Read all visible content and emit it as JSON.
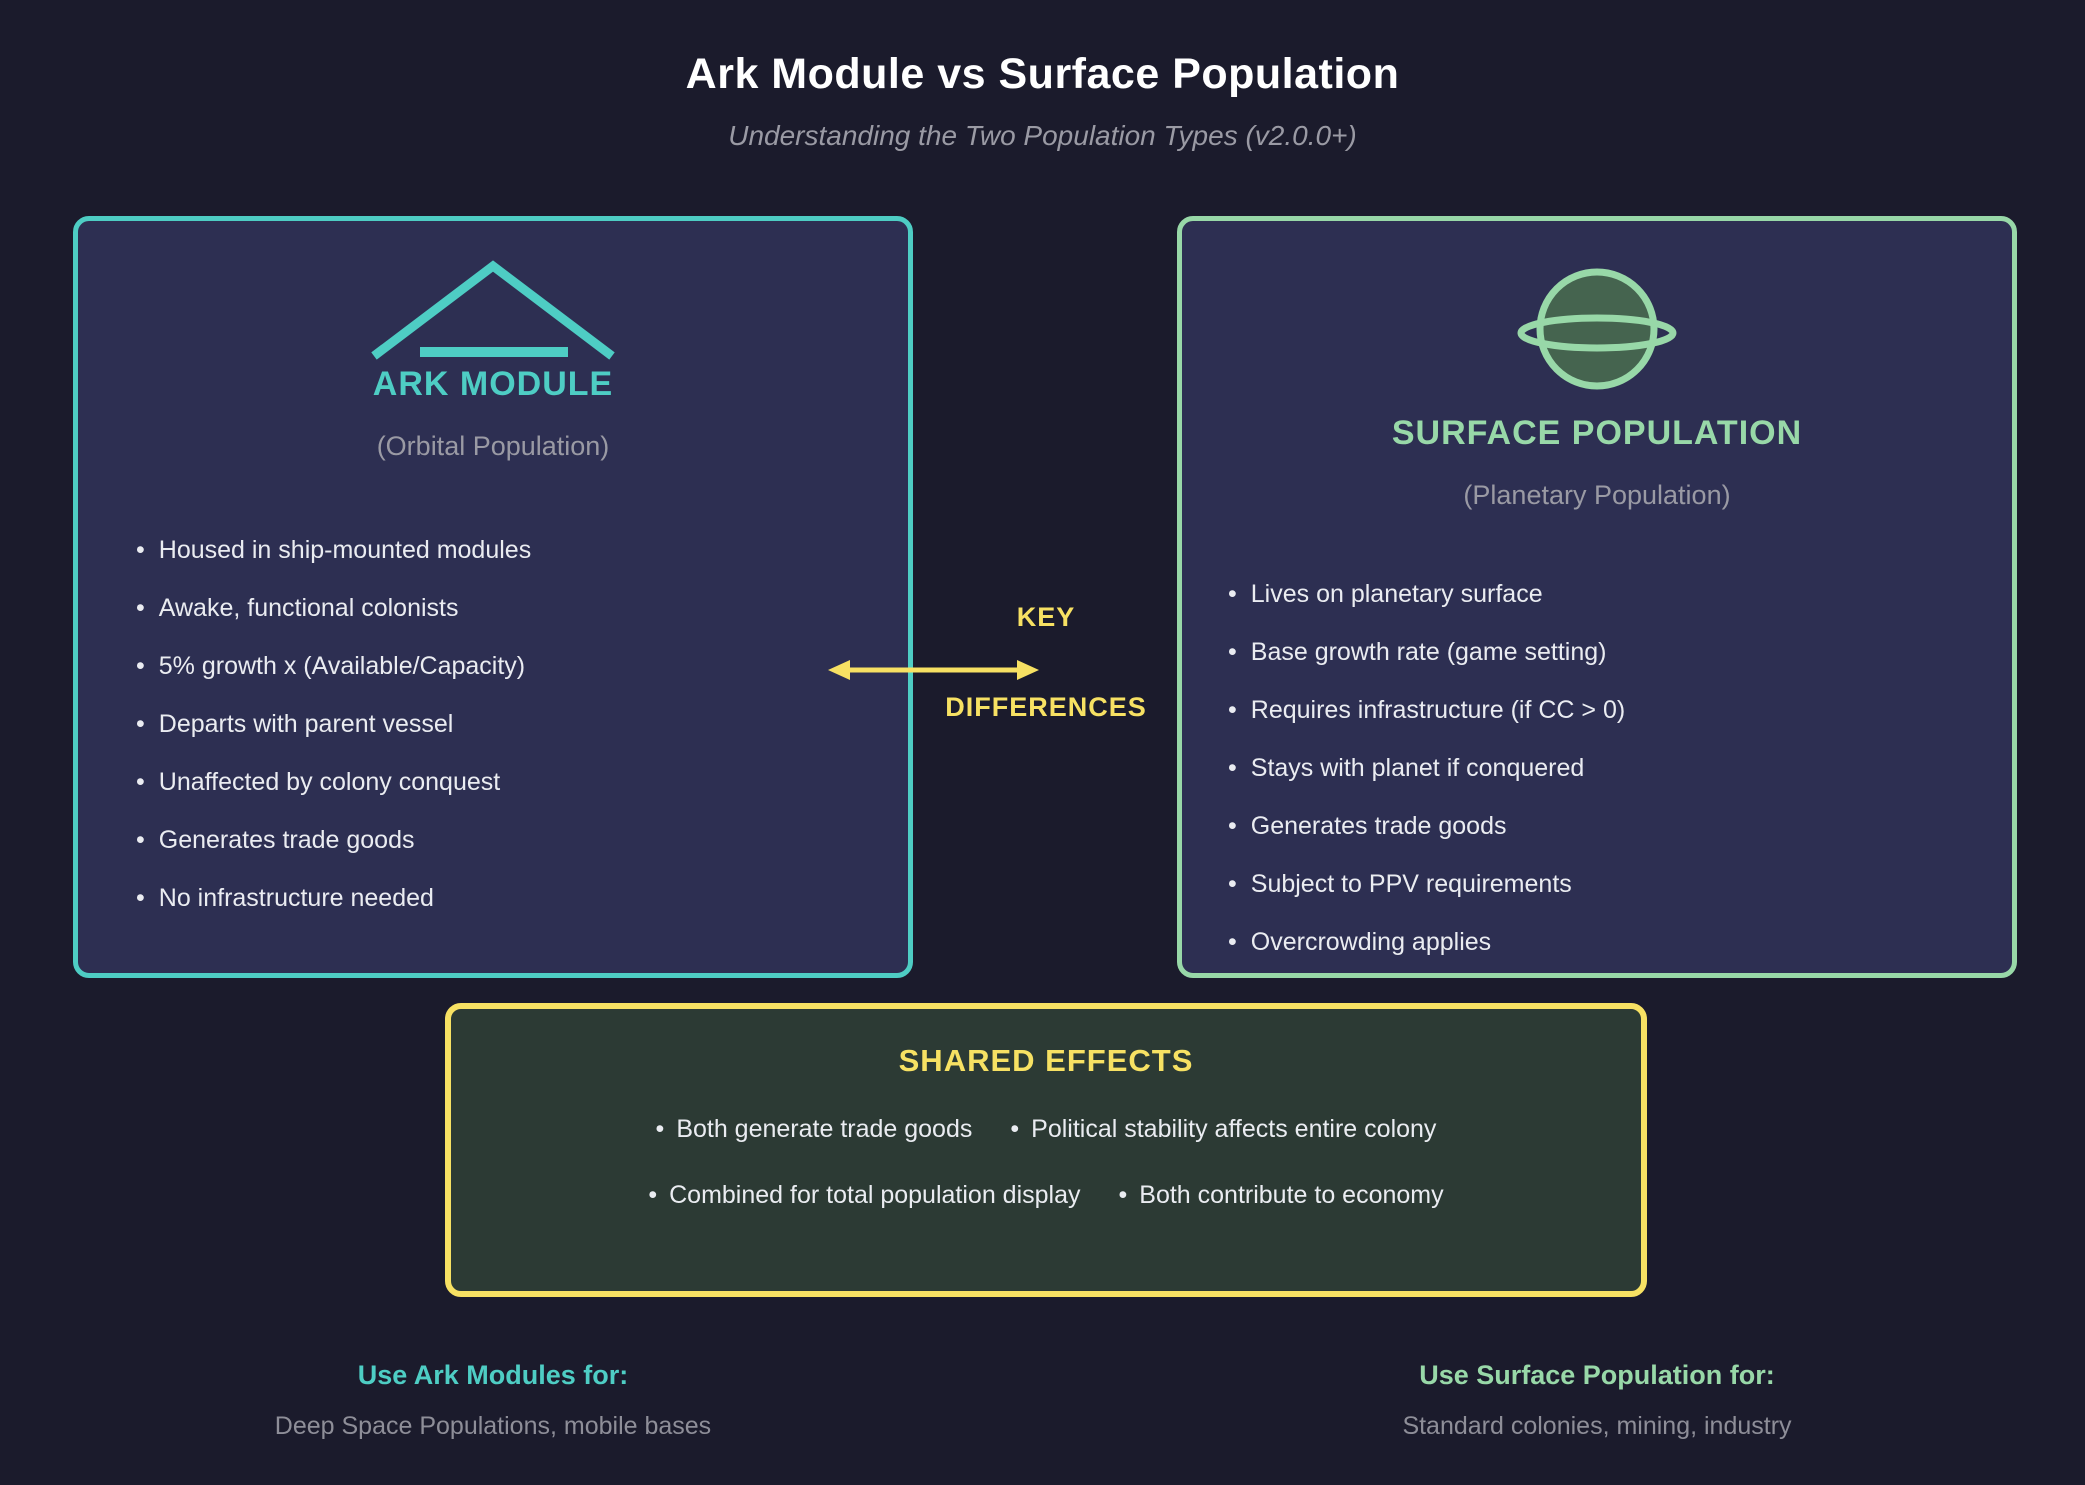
{
  "page": {
    "title": "Ark Module vs Surface Population",
    "subtitle": "Understanding the Two Population Types (v2.0.0+)"
  },
  "ark_panel": {
    "icon": "ark-module-icon",
    "title": "ARK MODULE",
    "subtitle": "(Orbital Population)",
    "bullets": [
      "Housed in ship-mounted modules",
      "Awake, functional colonists",
      "5% growth x (Available/Capacity)",
      "Departs with parent vessel",
      "Unaffected by colony conquest",
      "Generates trade goods",
      "No infrastructure needed"
    ]
  },
  "surface_panel": {
    "icon": "planet-icon",
    "title": "SURFACE POPULATION",
    "subtitle": "(Planetary Population)",
    "bullets": [
      "Lives on planetary surface",
      "Base growth rate (game setting)",
      "Requires infrastructure (if CC > 0)",
      "Stays with planet if conquered",
      "Generates trade goods",
      "Subject to PPV requirements",
      "Overcrowding applies"
    ]
  },
  "center": {
    "icon": "double-headed-arrow-icon",
    "label_top": "KEY",
    "label_bottom": "DIFFERENCES"
  },
  "shared_panel": {
    "title": "SHARED EFFECTS",
    "row1": [
      "Both generate trade goods",
      "Political stability affects entire colony"
    ],
    "row2": [
      "Combined for total population display",
      "Both contribute to economy"
    ]
  },
  "footer": {
    "ark": {
      "title": "Use Ark Modules for:",
      "subtitle": "Deep Space Populations, mobile bases"
    },
    "surface": {
      "title": "Use Surface Population for:",
      "subtitle": "Standard colonies, mining, industry"
    }
  },
  "colors": {
    "background": "#1B1B2C",
    "panel_fill": "#2D2F52",
    "teal_accent": "#4ECDC4",
    "green_accent": "#98D8A8",
    "planet_fill": "#45644F",
    "yellow_accent": "#F7E163",
    "shared_fill": "#2C3A34",
    "text_primary": "#EAECF1",
    "text_muted": "#9A9AA4"
  }
}
